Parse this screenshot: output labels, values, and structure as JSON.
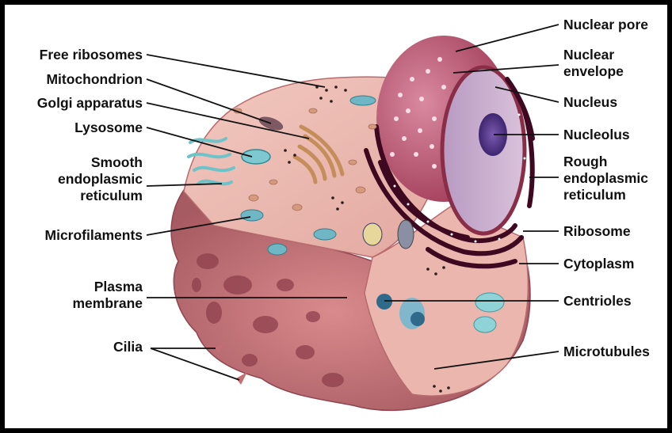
{
  "diagram": {
    "left_labels": [
      {
        "id": "free-ribosomes",
        "lines": [
          "Free ribosomes"
        ]
      },
      {
        "id": "mitochondrion",
        "lines": [
          "Mitochondrion"
        ]
      },
      {
        "id": "golgi-apparatus",
        "lines": [
          "Golgi apparatus"
        ]
      },
      {
        "id": "lysosome",
        "lines": [
          "Lysosome"
        ]
      },
      {
        "id": "smooth-er",
        "lines": [
          "Smooth",
          "endoplasmic",
          "reticulum"
        ]
      },
      {
        "id": "microfilaments",
        "lines": [
          "Microfilaments"
        ]
      },
      {
        "id": "plasma-membrane",
        "lines": [
          "Plasma",
          "membrane"
        ]
      },
      {
        "id": "cilia",
        "lines": [
          "Cilia"
        ]
      }
    ],
    "right_labels": [
      {
        "id": "nuclear-pore",
        "lines": [
          "Nuclear pore"
        ]
      },
      {
        "id": "nuclear-envelope",
        "lines": [
          "Nuclear",
          "envelope"
        ]
      },
      {
        "id": "nucleus",
        "lines": [
          "Nucleus"
        ]
      },
      {
        "id": "nucleolus",
        "lines": [
          "Nucleolus"
        ]
      },
      {
        "id": "rough-er",
        "lines": [
          "Rough",
          "endoplasmic",
          "reticulum"
        ]
      },
      {
        "id": "ribosome",
        "lines": [
          "Ribosome"
        ]
      },
      {
        "id": "cytoplasm",
        "lines": [
          "Cytoplasm"
        ]
      },
      {
        "id": "centrioles",
        "lines": [
          "Centrioles"
        ]
      },
      {
        "id": "microtubules",
        "lines": [
          "Microtubules"
        ]
      }
    ],
    "colors": {
      "membrane": "#c8787c",
      "membrane_dark": "#a8575e",
      "cytoplasm": "#e7b0aa",
      "cut_face": "#efc4bc",
      "nucleus_envelope": "#b24a63",
      "nucleoplasm": "#c6a6c9",
      "nucleolus": "#5b3c8e",
      "rough_er": "#3e0820",
      "organelle_teal": "#8fd3d6",
      "golgi": "#c99a63",
      "leader_line": "#111111"
    }
  }
}
